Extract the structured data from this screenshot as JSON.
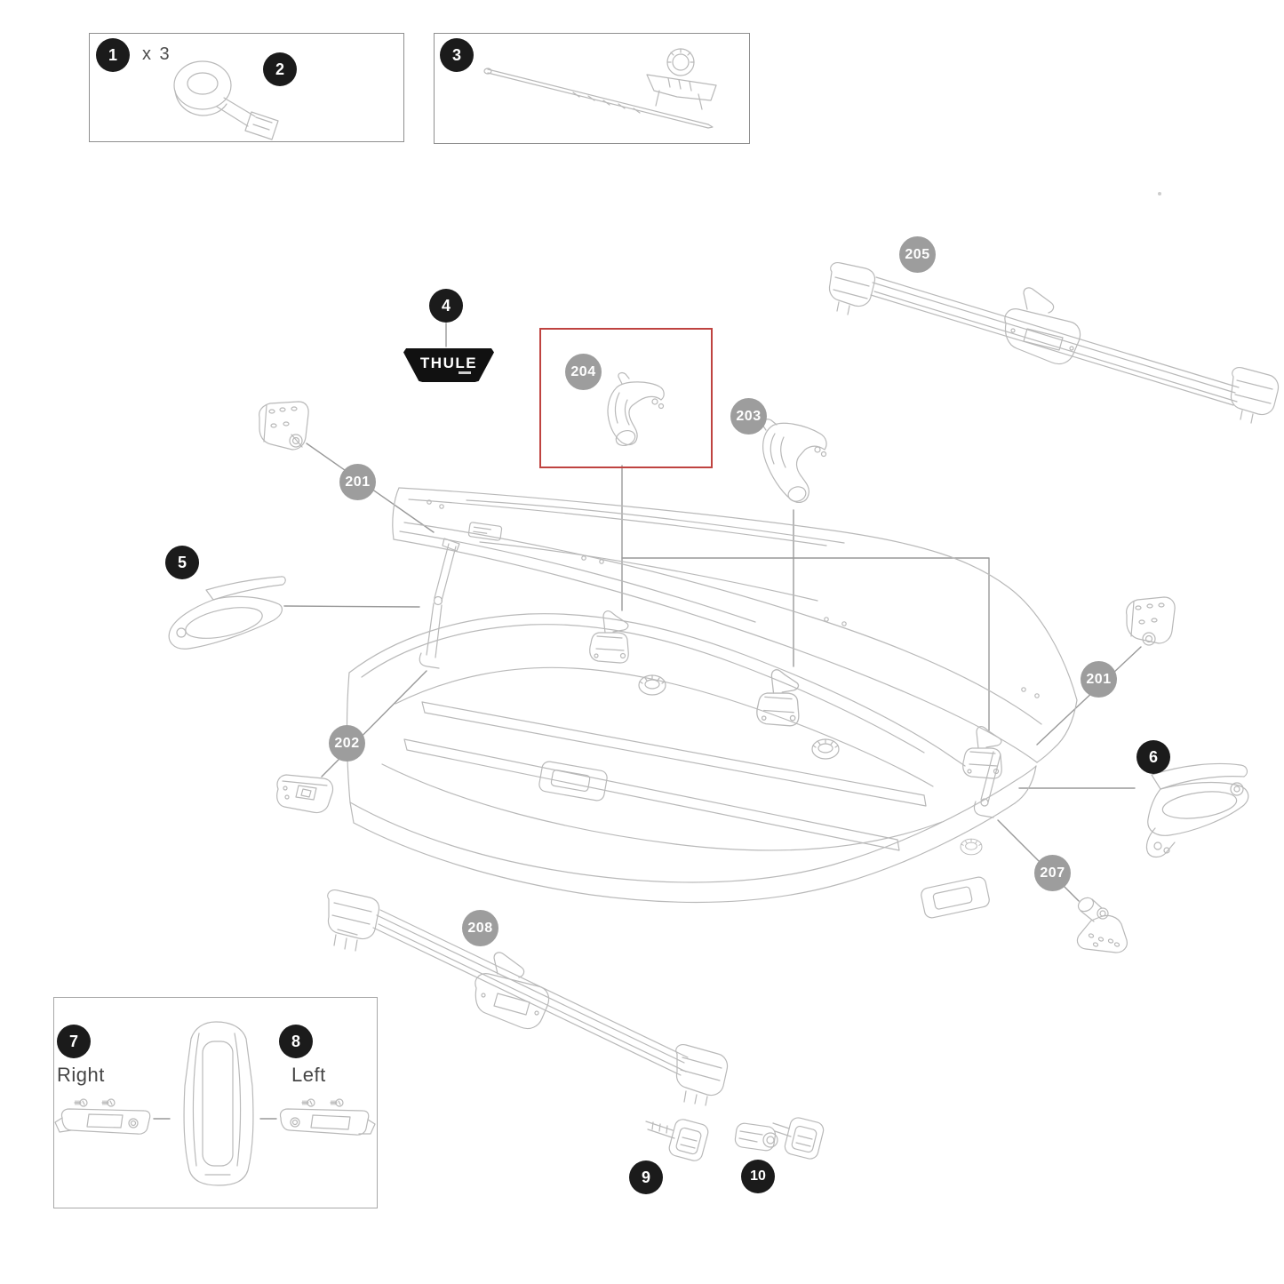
{
  "diagram": {
    "kind": "exploded-parts-diagram",
    "subject": "roof cargo box"
  },
  "colors": {
    "highlight_red": "#bf4340",
    "badge_gray": "#9d9d9d",
    "callout_black": "#1b1b1b",
    "line_art_gray": "#b9b9b9",
    "leader_gray": "#999999"
  },
  "callouts": [
    {
      "label": "1"
    },
    {
      "label": "2"
    },
    {
      "label": "3"
    },
    {
      "label": "4"
    },
    {
      "label": "5"
    },
    {
      "label": "6"
    },
    {
      "label": "7"
    },
    {
      "label": "8"
    },
    {
      "label": "9"
    },
    {
      "label": "10"
    }
  ],
  "ref_badges": [
    {
      "label": "201"
    },
    {
      "label": "202"
    },
    {
      "label": "203"
    },
    {
      "label": "204"
    },
    {
      "label": "205"
    },
    {
      "label": "201"
    },
    {
      "label": "207"
    },
    {
      "label": "208"
    }
  ],
  "texts": {
    "quantity": "x 3",
    "right_label": "Right",
    "left_label": "Left"
  },
  "brand": {
    "logo_text": "THULE"
  }
}
